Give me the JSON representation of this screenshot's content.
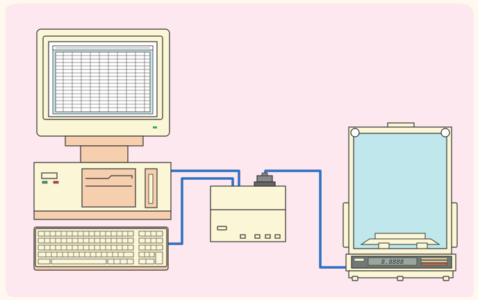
{
  "scene": {
    "nodes": [
      {
        "id": "computer",
        "label": ""
      },
      {
        "id": "interface-box",
        "label": ""
      },
      {
        "id": "analytical-balance",
        "label": "",
        "display_value": ""
      }
    ],
    "edges": [
      {
        "from": "computer",
        "to": "interface-box"
      },
      {
        "from": "keyboard",
        "to": "interface-box"
      },
      {
        "from": "interface-box",
        "to": "analytical-balance"
      }
    ]
  },
  "colors": {
    "background": "#fde8f0",
    "page_corner": "#fff8ee",
    "device_body": "#fbf6d6",
    "device_shadow": "#f6cfae",
    "outline": "#333333",
    "cable": "#2f6fc0",
    "screen_window": "#c8e8ec",
    "balance_glass": "#bfe7ec",
    "led_green": "#2fae5a",
    "led_red": "#d33b3b"
  }
}
